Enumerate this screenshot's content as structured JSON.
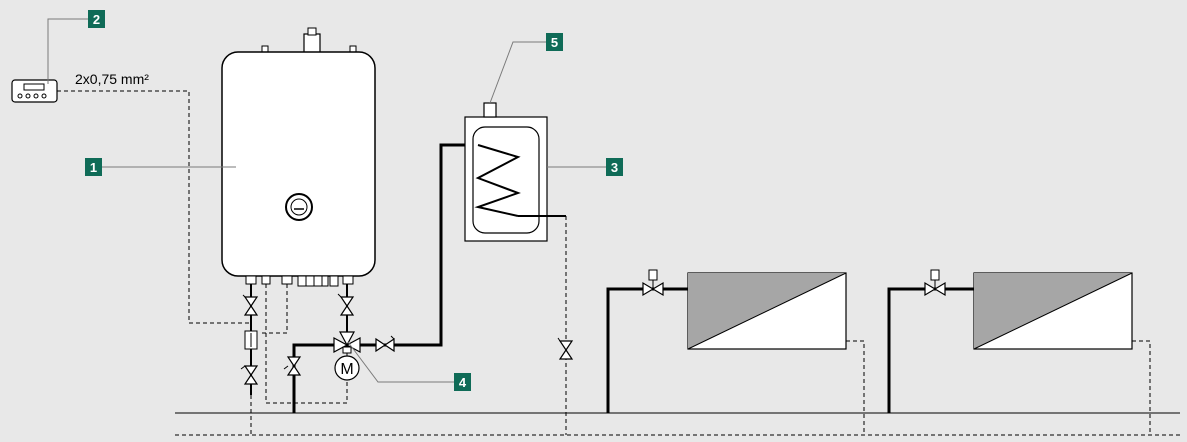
{
  "diagram": {
    "accent_color": "#0f6b57",
    "background_color": "#e8e8e8",
    "cable_label": "2x0,75 mm²",
    "motor_label": "M",
    "callouts": [
      {
        "id": "1",
        "label": "1"
      },
      {
        "id": "2",
        "label": "2"
      },
      {
        "id": "3",
        "label": "3"
      },
      {
        "id": "4",
        "label": "4"
      },
      {
        "id": "5",
        "label": "5"
      }
    ]
  }
}
